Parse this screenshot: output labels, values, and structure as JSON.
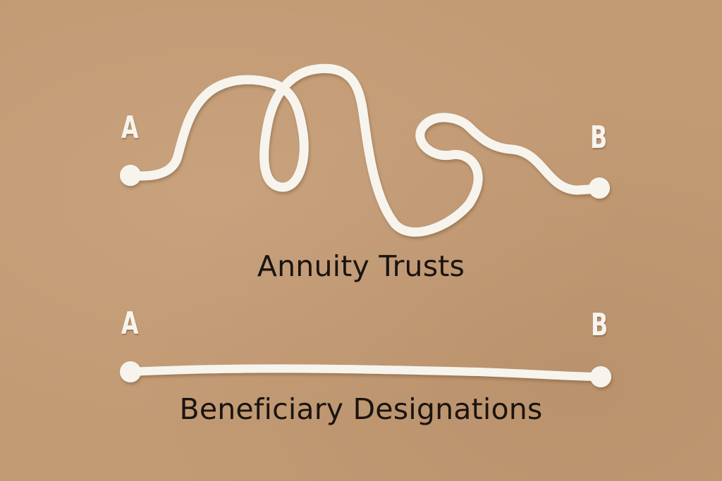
{
  "diagram": {
    "routes": [
      {
        "name": "Annuity Trusts",
        "start_label": "A",
        "end_label": "B",
        "path_style": "winding"
      },
      {
        "name": "Beneficiary Designations",
        "start_label": "A",
        "end_label": "B",
        "path_style": "straight"
      }
    ]
  },
  "colors": {
    "background": "#c29a74",
    "paper_line": "#f7f4ee",
    "caption_text": "#1a1410"
  }
}
